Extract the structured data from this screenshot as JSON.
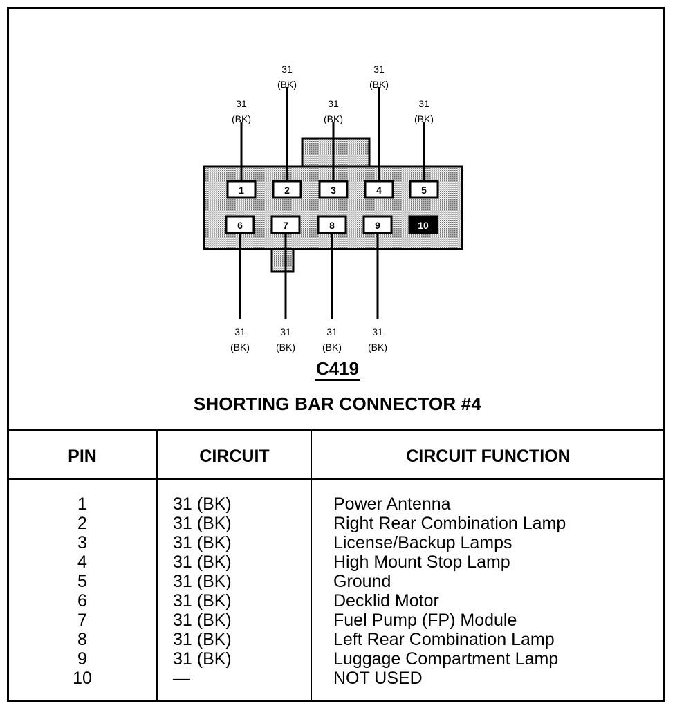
{
  "diagram": {
    "connector_id": "C419",
    "title": "SHORTING BAR CONNECTOR #4",
    "pins": [
      {
        "number": "1",
        "wire_circuit": "31",
        "wire_color": "(BK)",
        "used": true
      },
      {
        "number": "2",
        "wire_circuit": "31",
        "wire_color": "(BK)",
        "used": true
      },
      {
        "number": "3",
        "wire_circuit": "31",
        "wire_color": "(BK)",
        "used": true
      },
      {
        "number": "4",
        "wire_circuit": "31",
        "wire_color": "(BK)",
        "used": true
      },
      {
        "number": "5",
        "wire_circuit": "31",
        "wire_color": "(BK)",
        "used": true
      },
      {
        "number": "6",
        "wire_circuit": "31",
        "wire_color": "(BK)",
        "used": true
      },
      {
        "number": "7",
        "wire_circuit": "31",
        "wire_color": "(BK)",
        "used": true
      },
      {
        "number": "8",
        "wire_circuit": "31",
        "wire_color": "(BK)",
        "used": true
      },
      {
        "number": "9",
        "wire_circuit": "31",
        "wire_color": "(BK)",
        "used": true
      },
      {
        "number": "10",
        "wire_circuit": "",
        "wire_color": "",
        "used": false
      }
    ]
  },
  "table": {
    "headers": {
      "pin": "PIN",
      "circuit": "CIRCUIT",
      "function": "CIRCUIT FUNCTION"
    },
    "rows": [
      {
        "pin": "1",
        "circuit": "31 (BK)",
        "function": "Power Antenna"
      },
      {
        "pin": "2",
        "circuit": "31 (BK)",
        "function": "Right Rear Combination Lamp"
      },
      {
        "pin": "3",
        "circuit": "31 (BK)",
        "function": "License/Backup Lamps"
      },
      {
        "pin": "4",
        "circuit": "31 (BK)",
        "function": "High Mount Stop Lamp"
      },
      {
        "pin": "5",
        "circuit": "31 (BK)",
        "function": "Ground"
      },
      {
        "pin": "6",
        "circuit": "31 (BK)",
        "function": "Decklid Motor"
      },
      {
        "pin": "7",
        "circuit": "31 (BK)",
        "function": "Fuel Pump (FP) Module"
      },
      {
        "pin": "8",
        "circuit": "31 (BK)",
        "function": "Left Rear Combination Lamp"
      },
      {
        "pin": "9",
        "circuit": "31 (BK)",
        "function": "Luggage Compartment Lamp"
      },
      {
        "pin": "10",
        "circuit": "—",
        "function": "NOT USED"
      }
    ]
  },
  "colors": {
    "line": "#000000",
    "housing_fill": "#c8c8c8",
    "unused_pin_fill": "#000000",
    "background": "#ffffff"
  }
}
